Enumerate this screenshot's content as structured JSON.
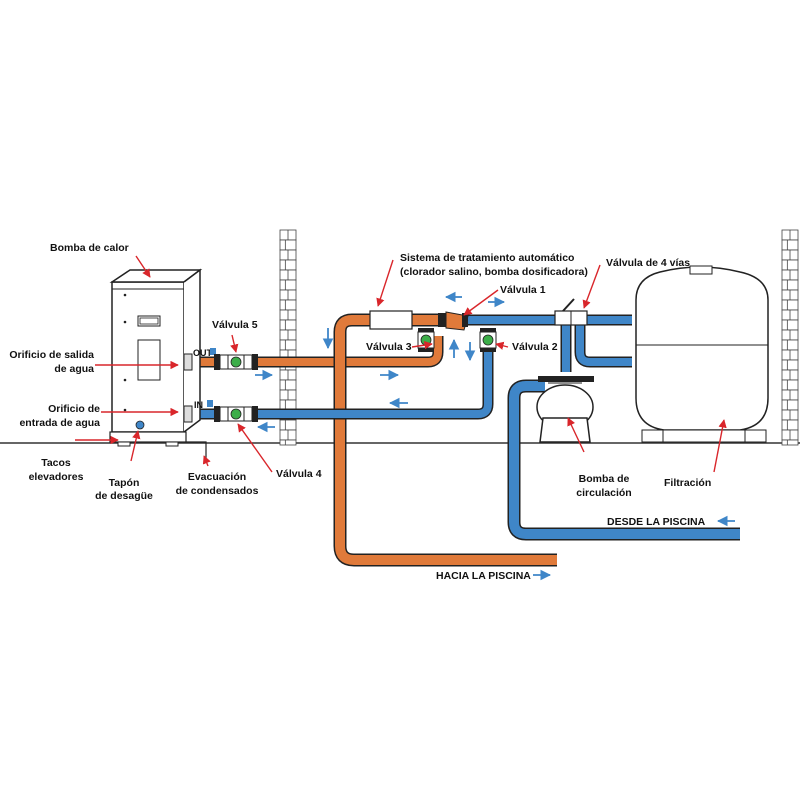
{
  "colors": {
    "hot_pipe": "#e07a3a",
    "cold_pipe": "#3f86c8",
    "flow_arrow": "#3f86c8",
    "callout_arrow": "#d9262b",
    "valve_green": "#3cae49",
    "outline": "#222222"
  },
  "labels": {
    "heat_pump": "Bomba de calor",
    "outlet_1": "Orificio de salida",
    "outlet_2": "de agua",
    "inlet_1": "Orificio de",
    "inlet_2": "entrada de agua",
    "feet_1": "Tacos",
    "feet_2": "elevadores",
    "drain_plug_1": "Tapón",
    "drain_plug_2": "de desagüe",
    "condensate_1": "Evacuación",
    "condensate_2": "de condensados",
    "valve_5": "Válvula 5",
    "valve_4": "Válvula 4",
    "valve_3": "Válvula 3",
    "valve_2": "Válvula 2",
    "valve_1": "Válvula 1",
    "treatment_1": "Sistema de tratamiento automático",
    "treatment_2": "(clorador salino, bomba dosificadora)",
    "four_way": "Válvula de 4 vías",
    "circ_pump_1": "Bomba de",
    "circ_pump_2": "circulación",
    "filtration": "Filtración",
    "from_pool": "DESDE LA PISCINA",
    "to_pool": "HACIA LA PISCINA",
    "out_tag": "OUT",
    "in_tag": "IN"
  }
}
